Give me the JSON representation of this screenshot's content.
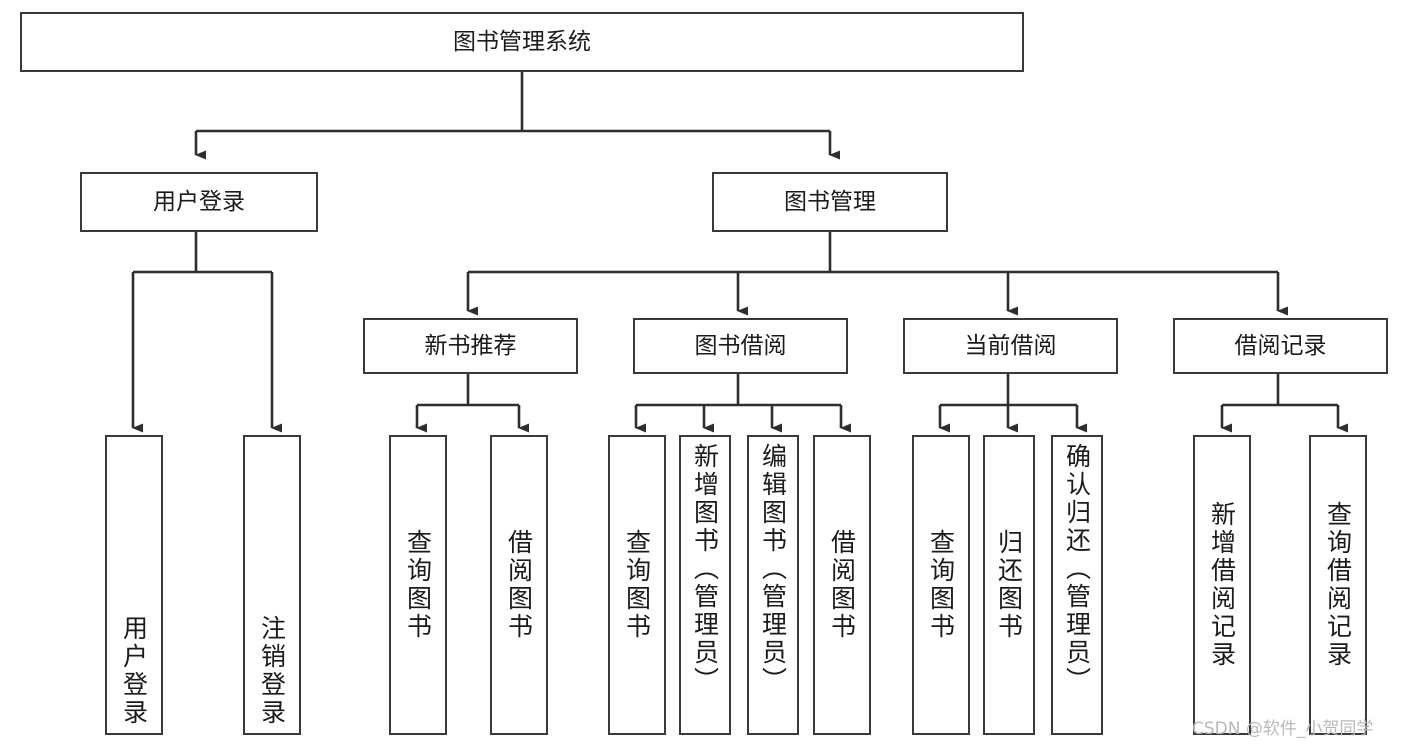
{
  "diagram": {
    "title": "图书管理系统",
    "type": "tree",
    "orientation": "top-down",
    "stroke_color": "#3a3a3a",
    "fill_color": "#ffffff",
    "text_color": "#1b1b1b",
    "background": "#ffffff"
  },
  "watermark": {
    "text": "CSDN @软件_小贺同学",
    "color": "#b9b9b9"
  },
  "nodes": {
    "root": {
      "label": "图书管理系统"
    },
    "level2": [
      {
        "id": "user-login",
        "label": "用户登录"
      },
      {
        "id": "book-manage",
        "label": "图书管理"
      }
    ],
    "level3": [
      {
        "id": "new-book-recommend",
        "label": "新书推荐"
      },
      {
        "id": "book-borrow",
        "label": "图书借阅"
      },
      {
        "id": "current-borrow",
        "label": "当前借阅"
      },
      {
        "id": "borrow-record",
        "label": "借阅记录"
      }
    ],
    "leaves": {
      "user_login": [
        {
          "id": "leaf-user-login",
          "label": "用户登录"
        },
        {
          "id": "leaf-logout-login",
          "label": "注销登录"
        }
      ],
      "new_book_recommend": [
        {
          "id": "leaf-query-book-1",
          "label": "查询图书"
        },
        {
          "id": "leaf-borrow-book-1",
          "label": "借阅图书"
        }
      ],
      "book_borrow": [
        {
          "id": "leaf-query-book-2",
          "label": "查询图书"
        },
        {
          "id": "leaf-add-book",
          "label": "新增图书（管理员）"
        },
        {
          "id": "leaf-edit-book",
          "label": "编辑图书（管理员）"
        },
        {
          "id": "leaf-borrow-book-2",
          "label": "借阅图书"
        }
      ],
      "current_borrow": [
        {
          "id": "leaf-query-book-3",
          "label": "查询图书"
        },
        {
          "id": "leaf-return-book",
          "label": "归还图书"
        },
        {
          "id": "leaf-confirm-return",
          "label": "确认归还（管理员）"
        }
      ],
      "borrow_record": [
        {
          "id": "leaf-add-record",
          "label": "新增借阅记录"
        },
        {
          "id": "leaf-query-record",
          "label": "查询借阅记录"
        }
      ]
    }
  },
  "chart_data": {
    "type": "tree",
    "title": "图书管理系统",
    "edges": [
      {
        "from": "图书管理系统",
        "to": "用户登录"
      },
      {
        "from": "图书管理系统",
        "to": "图书管理"
      },
      {
        "from": "用户登录",
        "to": "用户登录"
      },
      {
        "from": "用户登录",
        "to": "注销登录"
      },
      {
        "from": "图书管理",
        "to": "新书推荐"
      },
      {
        "from": "图书管理",
        "to": "图书借阅"
      },
      {
        "from": "图书管理",
        "to": "当前借阅"
      },
      {
        "from": "图书管理",
        "to": "借阅记录"
      },
      {
        "from": "新书推荐",
        "to": "查询图书"
      },
      {
        "from": "新书推荐",
        "to": "借阅图书"
      },
      {
        "from": "图书借阅",
        "to": "查询图书"
      },
      {
        "from": "图书借阅",
        "to": "新增图书（管理员）"
      },
      {
        "from": "图书借阅",
        "to": "编辑图书（管理员）"
      },
      {
        "from": "图书借阅",
        "to": "借阅图书"
      },
      {
        "from": "当前借阅",
        "to": "查询图书"
      },
      {
        "from": "当前借阅",
        "to": "归还图书"
      },
      {
        "from": "当前借阅",
        "to": "确认归还（管理员）"
      },
      {
        "from": "借阅记录",
        "to": "新增借阅记录"
      },
      {
        "from": "借阅记录",
        "to": "查询借阅记录"
      }
    ],
    "depth": 4,
    "node_count": 20
  }
}
